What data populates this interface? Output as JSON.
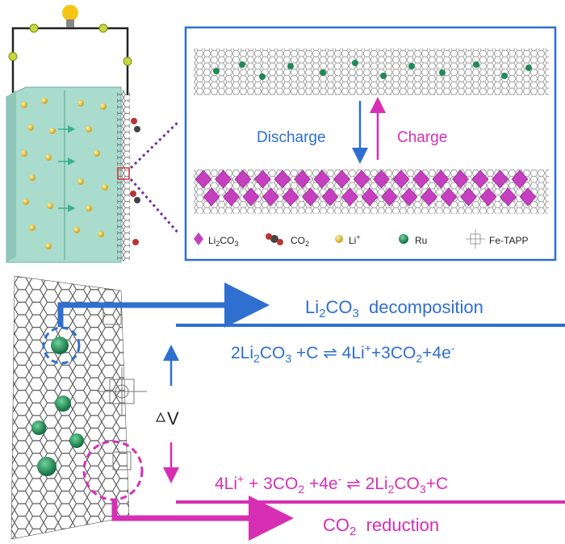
{
  "inset": {
    "discharge_label": "Discharge",
    "charge_label": "Charge"
  },
  "legend": {
    "li2co3": {
      "main": "Li",
      "sub": "2",
      "tail": "CO",
      "sub2": "3"
    },
    "co2": {
      "main": "CO",
      "sub": "2"
    },
    "li_ion": {
      "main": "Li",
      "sup": "+"
    },
    "ru": "Ru",
    "fe_tapp": "Fe-TAPP"
  },
  "bottom": {
    "decomposition": {
      "a": "Li",
      "a_sub": "2",
      "b": "CO",
      "b_sub": "3",
      "c": "  decomposition"
    },
    "eq_decomp": {
      "p1": "2Li",
      "p1_sub": "2",
      "p2": "CO",
      "p2_sub": "3",
      "p3": " +C ",
      "arrow": "⇌",
      "p4": " 4Li",
      "p4_sup": "+",
      "p5": "+3CO",
      "p5_sub": "2",
      "p6": "+4e",
      "p6_sup": "-"
    },
    "delta_v": "V",
    "eq_reduct": {
      "p1": "4Li",
      "p1_sup": "+",
      "p2": " + 3CO",
      "p2_sub": "2",
      "p3": " +4e",
      "p3_sup": "-",
      "p3b": " ",
      "arrow": "⇌",
      "p4": " 2Li",
      "p4_sub": "2",
      "p5": "CO",
      "p5_sub": "3",
      "p6": "+C"
    },
    "reduction": {
      "a": "CO",
      "a_sub": "2",
      "c": "  reduction"
    }
  },
  "colors": {
    "blue": "#2f6fd0",
    "magenta": "#d62fb4",
    "cathode_green": "#a9dccd",
    "ru_green": "#1f8a55",
    "li_yellow": "#e8c43a",
    "li2co3": "#c63fc0"
  }
}
